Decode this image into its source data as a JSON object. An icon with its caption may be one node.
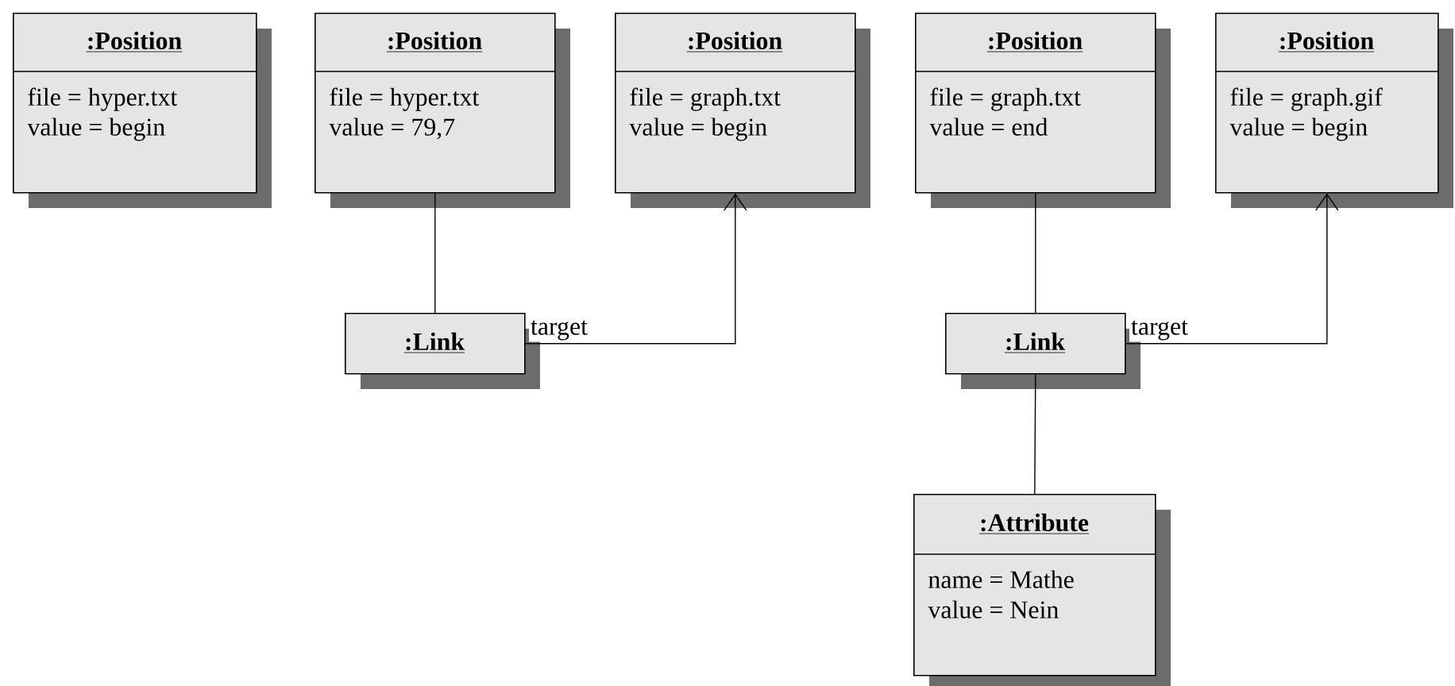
{
  "diagram": {
    "nodes": [
      {
        "text": [
          ":Position",
          "file = hyper.txt",
          "value = begin"
        ]
      },
      {
        "text": [
          ":Position",
          "file = hyper.txt",
          "value = 79,7"
        ]
      },
      {
        "text": [
          ":Position",
          "file = graph.txt",
          "value = begin"
        ]
      },
      {
        "text": [
          ":Position",
          "file = graph.txt",
          "value = end"
        ]
      },
      {
        "text": [
          ":Position",
          "file = graph.gif",
          "value = begin"
        ]
      },
      {
        "text": [
          ":Link"
        ]
      },
      {
        "text": [
          ":Link"
        ]
      },
      {
        "text": [
          ":Attribute",
          "name = Mathe",
          "value = Nein"
        ]
      }
    ],
    "edges": [
      {
        "from": 1,
        "to": 5,
        "arrow": "none"
      },
      {
        "from": 5,
        "to": 2,
        "arrow": "to",
        "label": "target"
      },
      {
        "from": 3,
        "to": 6,
        "arrow": "none"
      },
      {
        "from": 6,
        "to": 4,
        "arrow": "to",
        "label": "target"
      },
      {
        "from": 6,
        "to": 7,
        "arrow": "none"
      }
    ]
  }
}
